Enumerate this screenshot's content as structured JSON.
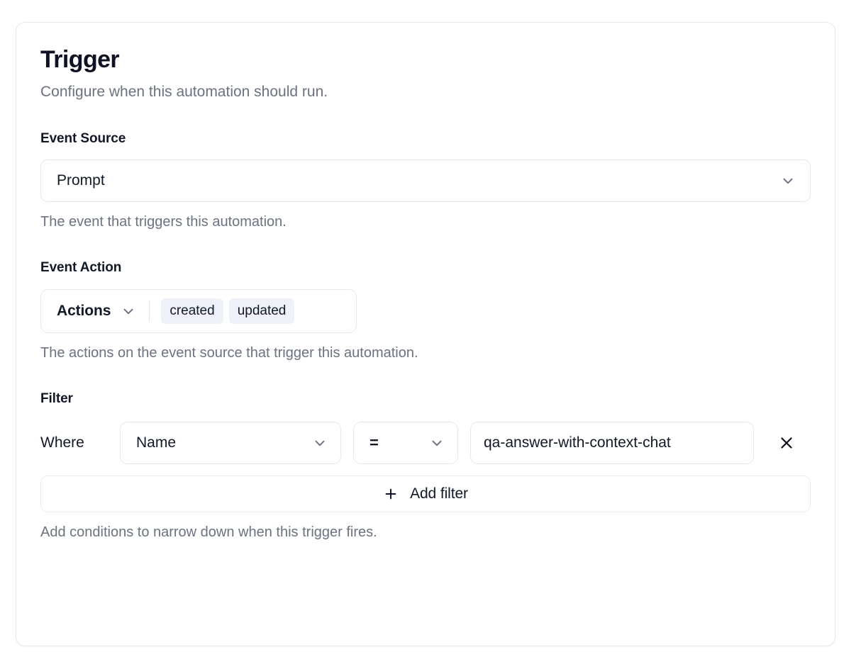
{
  "card": {
    "title": "Trigger",
    "subtitle": "Configure when this automation should run."
  },
  "event_source": {
    "label": "Event Source",
    "selected": "Prompt",
    "help": "The event that triggers this automation.",
    "chevron_icon": "chevron-down-icon"
  },
  "event_action": {
    "label": "Event Action",
    "trigger_label": "Actions",
    "chips": [
      {
        "label": "created"
      },
      {
        "label": "updated"
      }
    ],
    "help": "The actions on the event source that trigger this automation.",
    "chevron_icon": "chevron-down-icon"
  },
  "filter": {
    "label": "Filter",
    "where_label": "Where",
    "rows": [
      {
        "field": "Name",
        "operator": "=",
        "value": "qa-answer-with-context-chat",
        "value_placeholder": "Value",
        "remove_icon": "close-icon"
      }
    ],
    "add_button_label": "Add filter",
    "add_button_icon": "plus-icon",
    "help": "Add conditions to narrow down when this trigger fires."
  },
  "colors": {
    "card_border": "#e5e7eb",
    "text_primary": "#111827",
    "text_muted": "#6b7280",
    "chip_background": "#eef1f7"
  }
}
